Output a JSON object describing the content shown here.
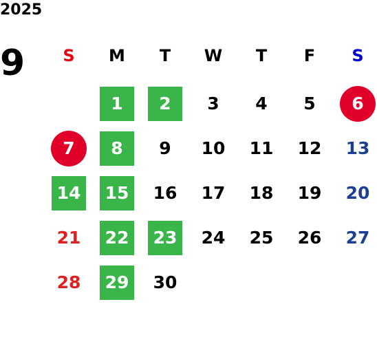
{
  "year": "2025",
  "month": "9",
  "colors": {
    "sunday_header": "#e8000f",
    "saturday_header": "#0000d6",
    "sunday_text": "#e02020",
    "saturday_text": "#1c3f94",
    "holiday_circle": "#e0002a",
    "closed_square": "#3ab54a",
    "weekday_text": "#000000"
  },
  "weekdays": [
    "S",
    "M",
    "T",
    "W",
    "T",
    "F",
    "S"
  ],
  "weeks": [
    [
      {
        "day": "",
        "mark": "none"
      },
      {
        "day": "1",
        "mark": "green-square"
      },
      {
        "day": "2",
        "mark": "green-square"
      },
      {
        "day": "3",
        "mark": "none"
      },
      {
        "day": "4",
        "mark": "none"
      },
      {
        "day": "5",
        "mark": "none"
      },
      {
        "day": "6",
        "mark": "red-circle"
      }
    ],
    [
      {
        "day": "7",
        "mark": "red-circle"
      },
      {
        "day": "8",
        "mark": "green-square"
      },
      {
        "day": "9",
        "mark": "none"
      },
      {
        "day": "10",
        "mark": "none"
      },
      {
        "day": "11",
        "mark": "none"
      },
      {
        "day": "12",
        "mark": "none"
      },
      {
        "day": "13",
        "mark": "none"
      }
    ],
    [
      {
        "day": "14",
        "mark": "green-square"
      },
      {
        "day": "15",
        "mark": "green-square"
      },
      {
        "day": "16",
        "mark": "none"
      },
      {
        "day": "17",
        "mark": "none"
      },
      {
        "day": "18",
        "mark": "none"
      },
      {
        "day": "19",
        "mark": "none"
      },
      {
        "day": "20",
        "mark": "none"
      }
    ],
    [
      {
        "day": "21",
        "mark": "none"
      },
      {
        "day": "22",
        "mark": "green-square"
      },
      {
        "day": "23",
        "mark": "green-square"
      },
      {
        "day": "24",
        "mark": "none"
      },
      {
        "day": "25",
        "mark": "none"
      },
      {
        "day": "26",
        "mark": "none"
      },
      {
        "day": "27",
        "mark": "none"
      }
    ],
    [
      {
        "day": "28",
        "mark": "none"
      },
      {
        "day": "29",
        "mark": "green-square"
      },
      {
        "day": "30",
        "mark": "none"
      },
      {
        "day": "",
        "mark": "none"
      },
      {
        "day": "",
        "mark": "none"
      },
      {
        "day": "",
        "mark": "none"
      },
      {
        "day": "",
        "mark": "none"
      }
    ]
  ]
}
